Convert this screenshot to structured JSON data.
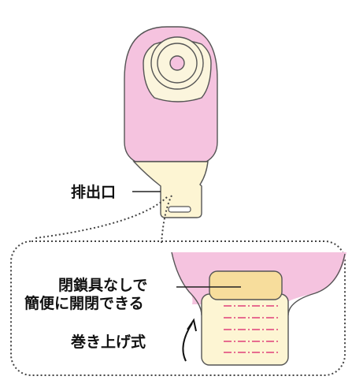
{
  "labels": {
    "outlet": "排出口",
    "no_closure_line1": "閉鎖具なしで",
    "no_closure_line2": "簡便に開閉できる",
    "roll_up": "巻き上げ式"
  },
  "colors": {
    "bag_pink": "#f5c3df",
    "flange_cream": "#fbf5dd",
    "outlet_cream": "#fdf5d3",
    "clip_yellow": "#f7dd9c",
    "dash_red": "#e0407a",
    "outline": "#555555"
  },
  "icons": {
    "stoma_flange": "concentric-ring-icon",
    "roll_arrow": "curved-arrow-icon"
  }
}
